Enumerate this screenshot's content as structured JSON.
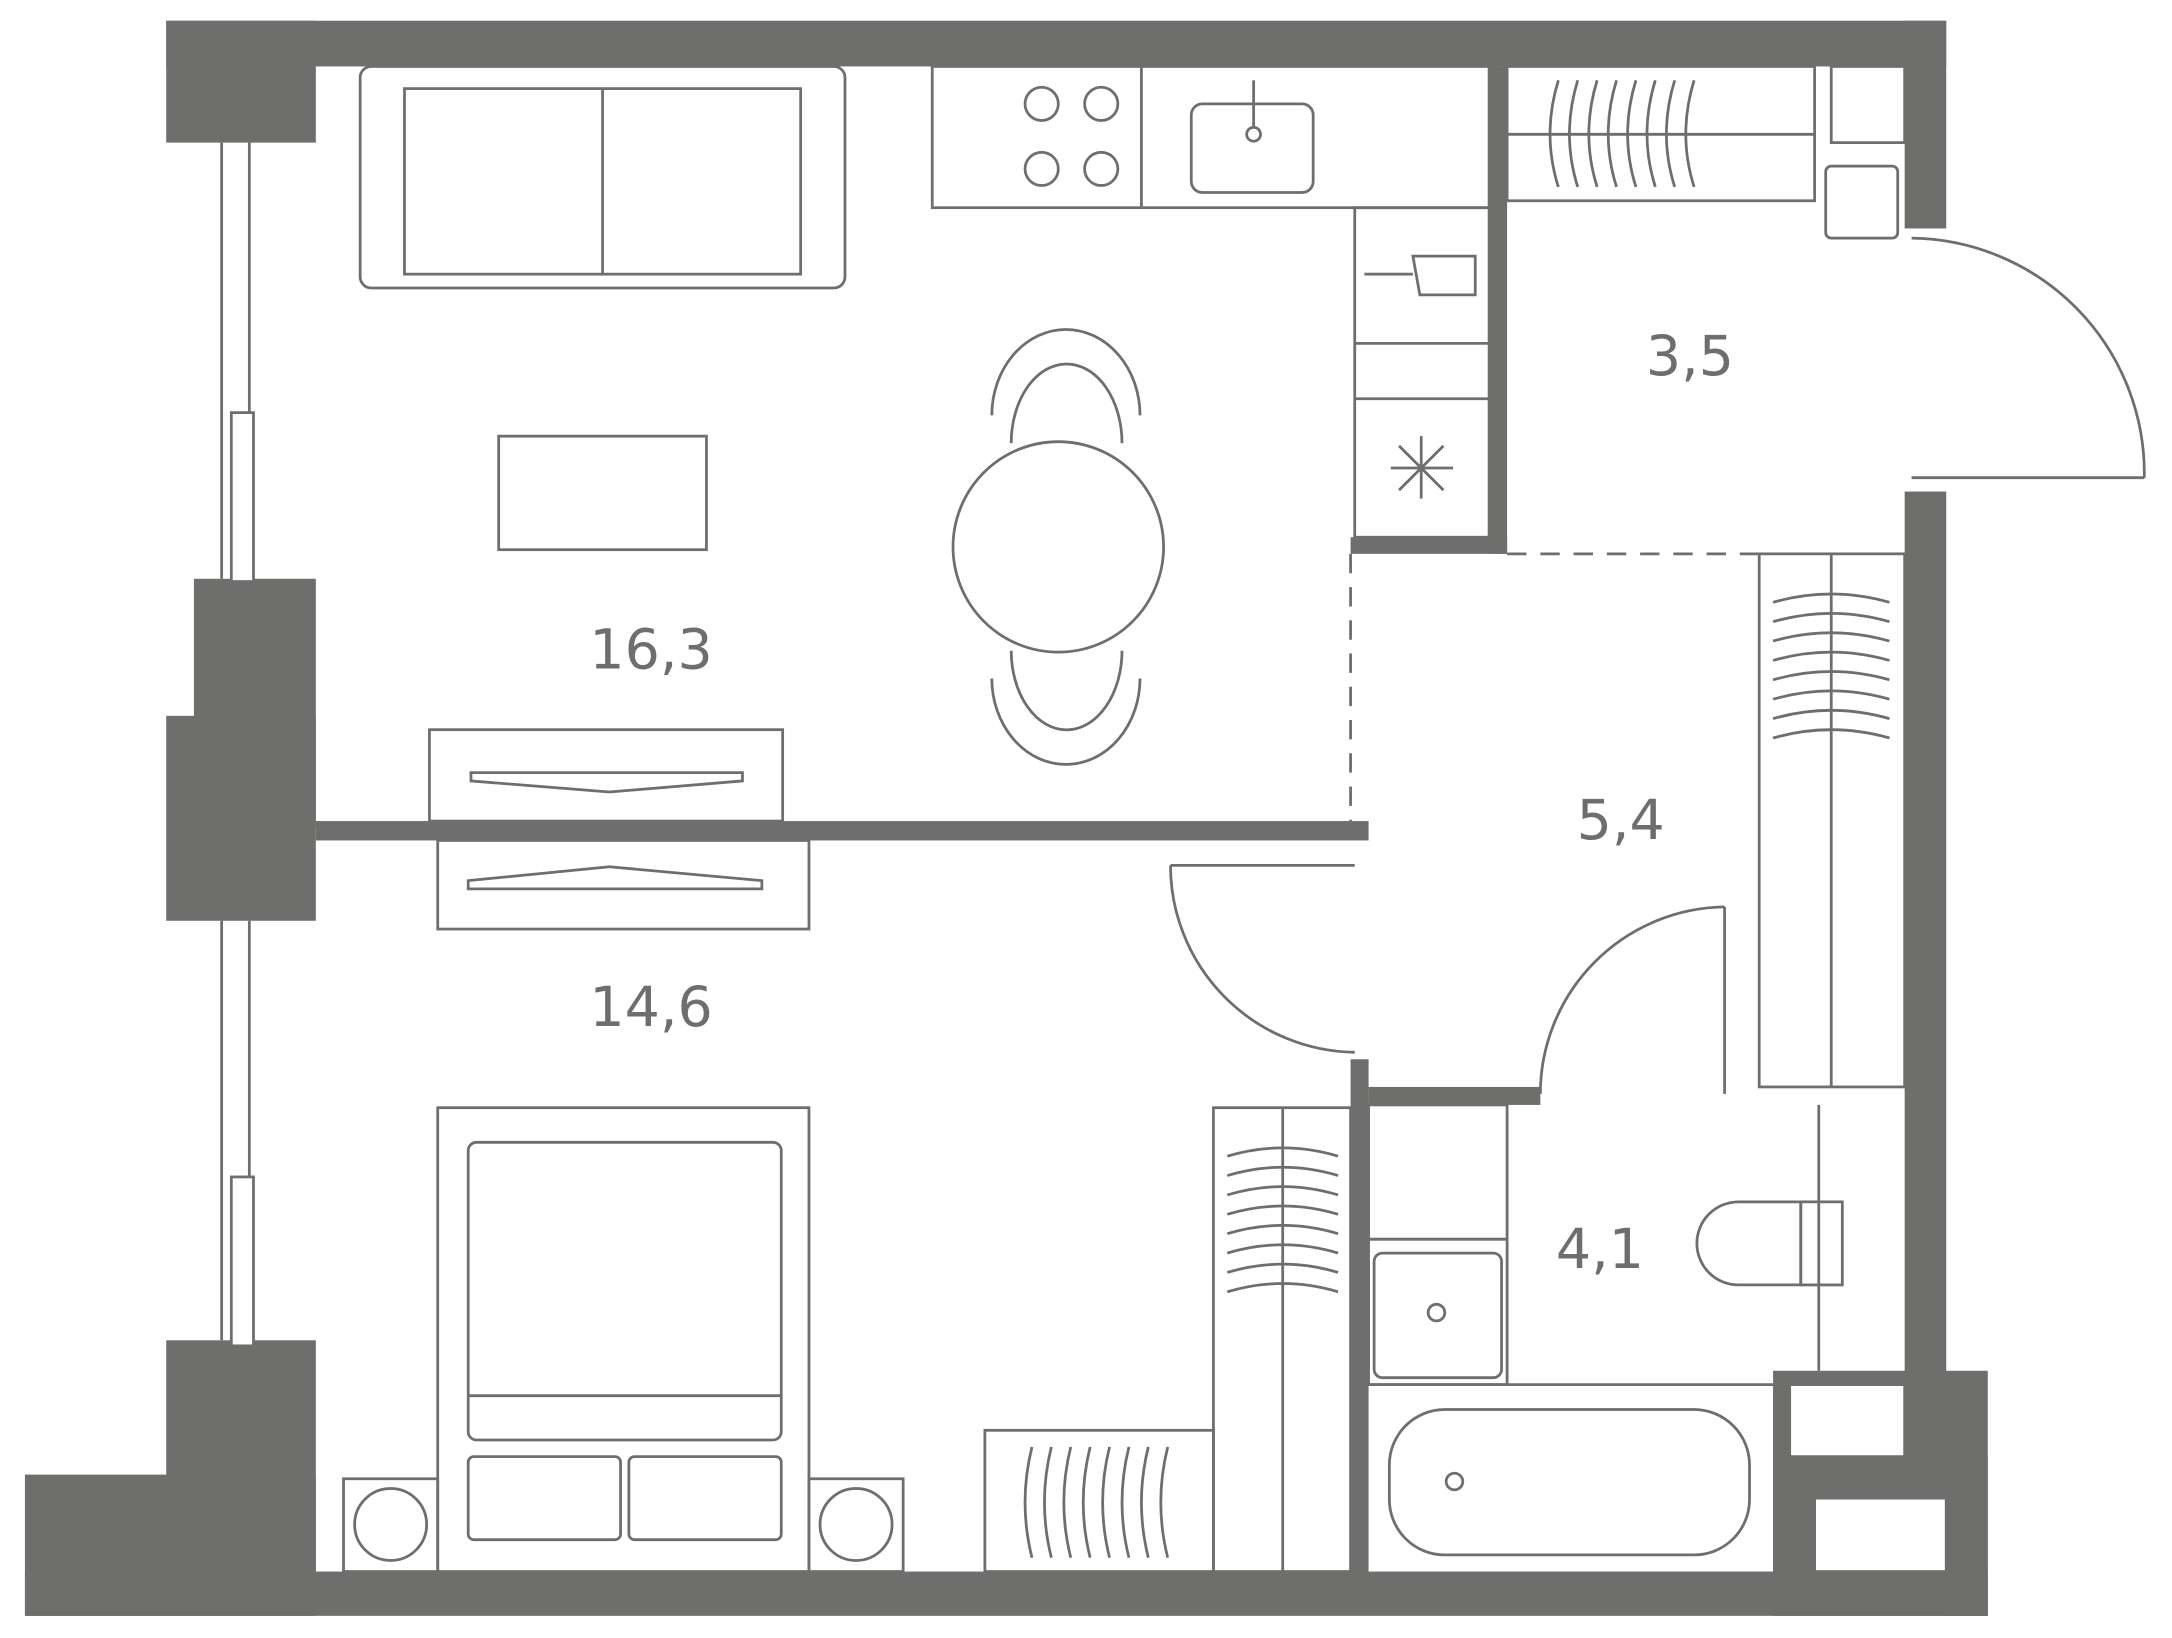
{
  "plan": {
    "rooms": [
      {
        "id": "living-kitchen",
        "area": "16,3"
      },
      {
        "id": "bedroom",
        "area": "14,6"
      },
      {
        "id": "entrance",
        "area": "3,5"
      },
      {
        "id": "hallway",
        "area": "5,4"
      },
      {
        "id": "bathroom",
        "area": "4,1"
      }
    ],
    "colors": {
      "wall": "#6e6e6c",
      "background": "#ffffff"
    }
  }
}
